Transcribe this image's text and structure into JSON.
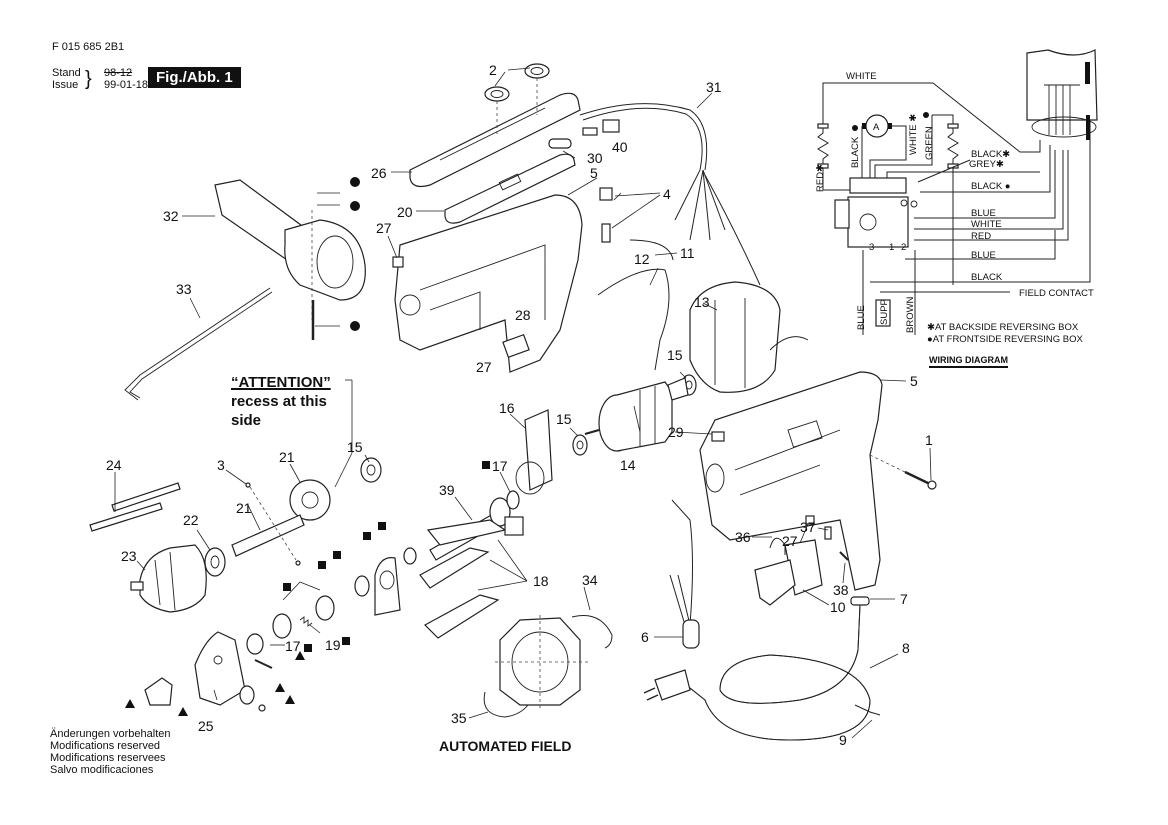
{
  "header": {
    "document_number": "F 015 685 2B1",
    "stand_label": "Stand",
    "issue_label": "Issue",
    "stand_value_struck": "98-12",
    "issue_value": "99-01-18",
    "figure_label": "Fig./Abb. 1"
  },
  "notes": {
    "attention_heading": "“ATTENTION”",
    "attention_line1": "recess at this",
    "attention_line2": "side",
    "automated_field": "AUTOMATED FIELD"
  },
  "footer": {
    "lines": [
      "Änderungen vorbehalten",
      "Modifications reserved",
      "Modifications reservees",
      "Salvo modificaciones"
    ]
  },
  "callouts": {
    "c1": "1",
    "c2": "2",
    "c3": "3",
    "c4": "4",
    "c5a": "5",
    "c5b": "5",
    "c6": "6",
    "c7": "7",
    "c8": "8",
    "c9": "9",
    "c10": "10",
    "c11": "11",
    "c12": "12",
    "c13": "13",
    "c14": "14",
    "c15a": "15",
    "c15b": "15",
    "c15c": "15",
    "c16": "16",
    "c17a": "17",
    "c17b": "17",
    "c18": "18",
    "c19": "19",
    "c20": "20",
    "c21a": "21",
    "c21b": "21",
    "c22": "22",
    "c23": "23",
    "c24": "24",
    "c25": "25",
    "c26": "26",
    "c27a": "27",
    "c27b": "27",
    "c27c": "27",
    "c28": "28",
    "c29": "29",
    "c30": "30",
    "c31": "31",
    "c32": "32",
    "c33": "33",
    "c34": "34",
    "c35": "35",
    "c36": "36",
    "c37": "37",
    "c38": "38",
    "c39": "39",
    "c40": "40"
  },
  "marker_symbols": {
    "circle": "●",
    "square": "■",
    "triangle": "▲"
  },
  "wiring_diagram": {
    "title": "WIRING DIAGRAM",
    "motor_label": "A",
    "wires": {
      "white_top": "WHITE",
      "black_vertical": "BLACK",
      "white_star_vertical": "WHITE ✱",
      "green_vertical": "GREEN",
      "red_star_vertical": "RED✱",
      "black_star": "BLACK✱",
      "grey_star": "GREY✱",
      "black_dot": "BLACK ●",
      "blue_1": "BLUE",
      "white_2": "WHITE",
      "red": "RED",
      "blue_2": "BLUE",
      "black_bottom": "BLACK",
      "field_contact": "FIELD CONTACT",
      "blue_vertical": "BLUE",
      "brown_vertical": "BROWN",
      "supp": "SUPP"
    },
    "terminals": [
      "3",
      "1",
      "2"
    ],
    "legend": [
      "✱AT BACKSIDE REVERSING BOX",
      "●AT FRONTSIDE REVERSING BOX"
    ]
  }
}
